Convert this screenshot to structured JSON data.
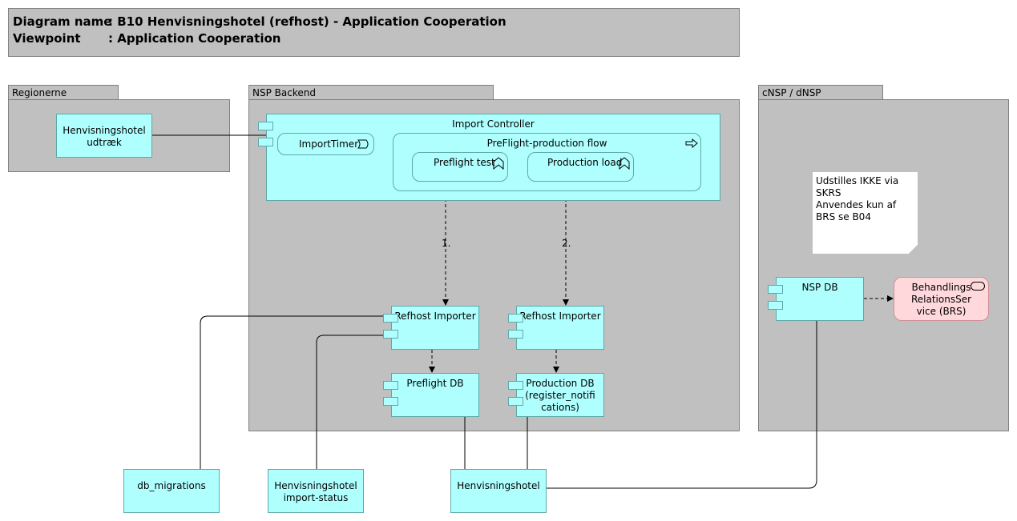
{
  "header": {
    "diagram_name_label": "Diagram name",
    "diagram_name_value": ": B10 Henvisningshotel (refhost) - Application Cooperation",
    "viewpoint_label": "Viewpoint",
    "viewpoint_value": ": Application Cooperation"
  },
  "groups": {
    "regionerne": "Regionerne",
    "nsp_backend": "NSP Backend",
    "cnsp": "cNSP / dNSP"
  },
  "components": {
    "henvisningshotel_udtraek": "Henvisningshotel udtræk",
    "import_controller": "Import Controller",
    "import_timer": "ImportTimer",
    "preflight_flow": "PreFlight-production flow",
    "preflight_test": "Preflight test",
    "production_load": "Production load",
    "refhost_importer_1": "Refhost Importer",
    "refhost_importer_2": "Refhost Importer",
    "preflight_db": "Preflight DB",
    "production_db": "Production DB (register_notifications)",
    "nsp_db": "NSP DB",
    "brs": "BehandlingsRelationsService (BRS)",
    "db_migrations": "db_migrations",
    "import_status": "Henvisningshotel import-status",
    "henvisningshotel": "Henvisningshotel"
  },
  "note": {
    "line1": "Udstilles IKKE via SKRS",
    "line2": "Anvendes kun af BRS se B04"
  },
  "flow_labels": {
    "step1": "1.",
    "step2": "2."
  },
  "colors": {
    "group_fill": "#c0c0c0",
    "component_fill": "#b0ffff",
    "service_fill": "#ffd8dc"
  }
}
